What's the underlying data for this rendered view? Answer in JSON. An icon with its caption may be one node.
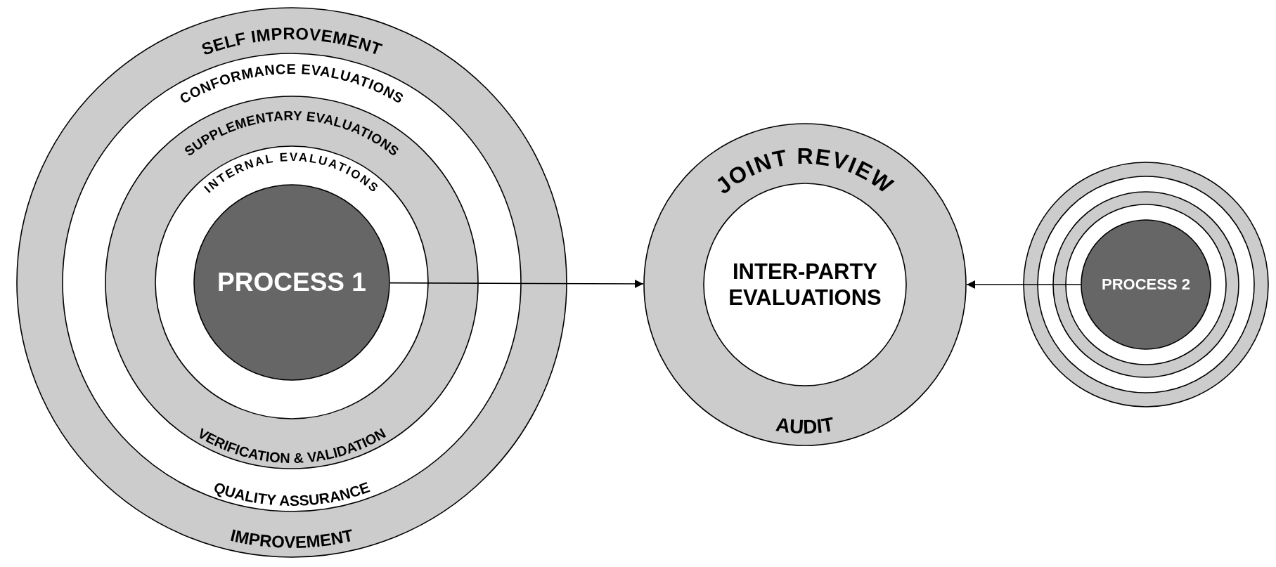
{
  "diagram": {
    "nodes": [
      {
        "text": [
          "SELF IMPROVEMENT",
          "IMPROVEMENT"
        ]
      },
      {
        "text": [
          "CONFORMANCE EVALUATIONS",
          "QUALITY ASSURANCE"
        ],
        "in": 0
      },
      {
        "text": [
          "SUPPLEMENTARY EVALUATIONS",
          "VERIFICATION & VALIDATION"
        ],
        "in": 1
      },
      {
        "text": [
          "INTERNAL EVALUATIONS"
        ],
        "in": 2
      },
      {
        "text": [
          "PROCESS 1"
        ],
        "in": 3
      },
      {
        "text": [
          "JOINT REVIEW",
          "AUDIT"
        ]
      },
      {
        "text": [
          "INTER-PARTY EVALUATIONS"
        ],
        "in": 5
      },
      {
        "text": [],
        "shape": "circle"
      },
      {
        "text": [],
        "shape": "circle",
        "in": 7
      },
      {
        "text": [],
        "shape": "circle",
        "in": 8
      },
      {
        "text": [],
        "shape": "circle",
        "in": 9
      },
      {
        "text": [
          "PROCESS 2"
        ],
        "in": 10
      }
    ],
    "edges": [
      {
        "from": 4,
        "to": 5,
        "arrow": "to"
      },
      {
        "from": 11,
        "to": 5,
        "arrow": "to"
      }
    ]
  }
}
